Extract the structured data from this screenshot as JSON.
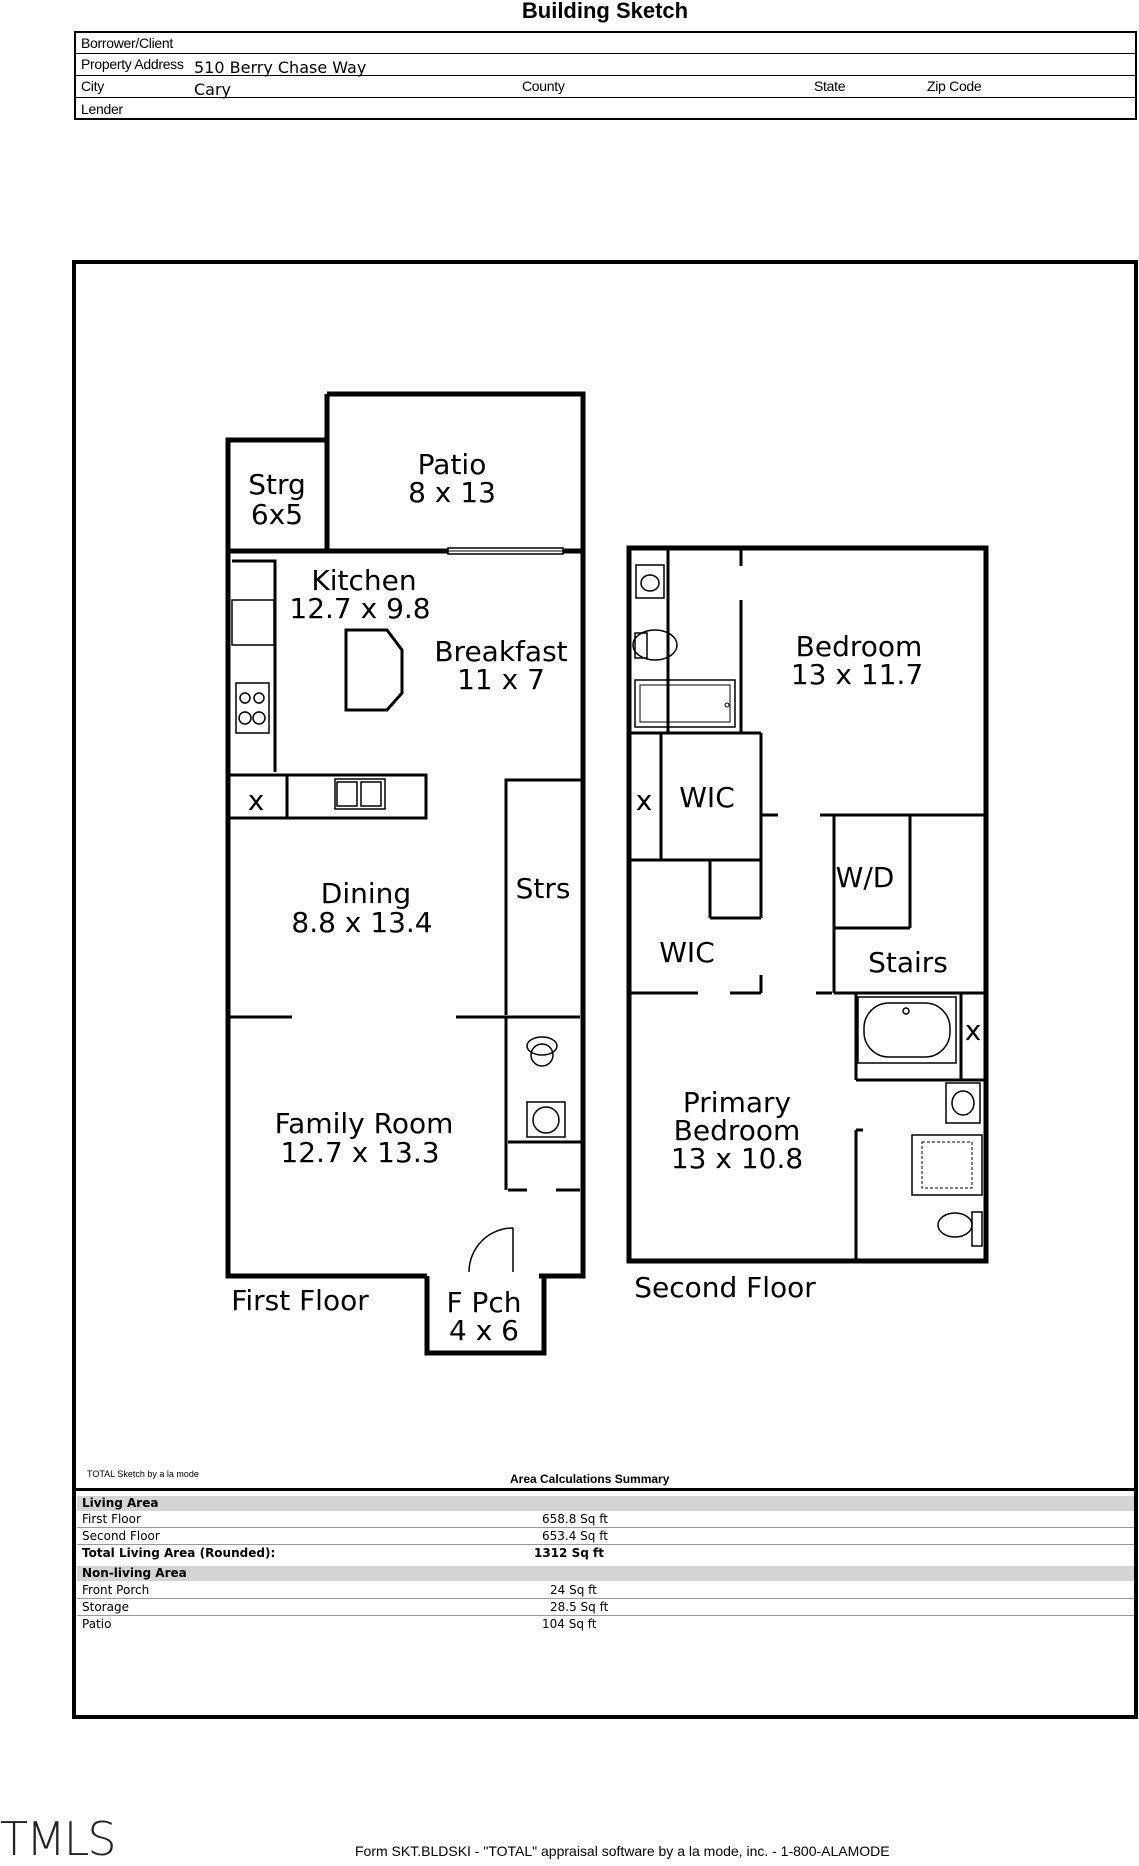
{
  "header": {
    "title": "Building Sketch",
    "borrower_label": "Borrower/Client",
    "borrower_value": "",
    "address_label": "Property Address",
    "address_value": "510 Berry Chase Way",
    "city_label": "City",
    "city_value": "Cary",
    "county_label": "County",
    "county_value": "",
    "state_label": "State",
    "state_value": "",
    "zip_label": "Zip Code",
    "zip_value": "",
    "lender_label": "Lender",
    "lender_value": ""
  },
  "sketch": {
    "first_floor_label": "First Floor",
    "second_floor_label": "Second Floor",
    "rooms_first": [
      {
        "name": "Strg",
        "dims": "6x5"
      },
      {
        "name": "Patio",
        "dims": "8 x 13"
      },
      {
        "name": "Kitchen",
        "dims": "12.7 x 9.8"
      },
      {
        "name": "Breakfast",
        "dims": "11 x 7"
      },
      {
        "name": "Dining",
        "dims": "8.8 x 13.4"
      },
      {
        "name": "Strs",
        "dims": ""
      },
      {
        "name": "Family Room",
        "dims": "12.7 x 13.3"
      },
      {
        "name": "F Pch",
        "dims": "4 x 6"
      }
    ],
    "rooms_second": [
      {
        "name": "Bedroom",
        "dims": "13 x 11.7"
      },
      {
        "name": "WIC",
        "dims": ""
      },
      {
        "name": "WIC",
        "dims": ""
      },
      {
        "name": "W/D",
        "dims": ""
      },
      {
        "name": "Stairs",
        "dims": ""
      },
      {
        "name": "Primary Bedroom",
        "dims": "13 x 10.8"
      }
    ],
    "closet_mark": "x"
  },
  "calc": {
    "credit": "TOTAL Sketch by a la mode",
    "title": "Area Calculations Summary",
    "living_header": "Living Area",
    "living_rows": [
      {
        "label": "First Floor",
        "value": "658.8 Sq ft"
      },
      {
        "label": "Second Floor",
        "value": "653.4 Sq ft"
      }
    ],
    "total_label": "Total Living Area (Rounded):",
    "total_value": "1312 Sq ft",
    "nonliving_header": "Non-living Area",
    "nonliving_rows": [
      {
        "label": "Front Porch",
        "value": "24 Sq ft"
      },
      {
        "label": "Storage",
        "value": "28.5 Sq ft"
      },
      {
        "label": "Patio",
        "value": "104 Sq ft"
      }
    ]
  },
  "footer": {
    "form_text": "Form SKT.BLDSKI - \"TOTAL\" appraisal software by a la mode, inc. - 1-800-ALAMODE",
    "logo_text": "TMLS"
  }
}
